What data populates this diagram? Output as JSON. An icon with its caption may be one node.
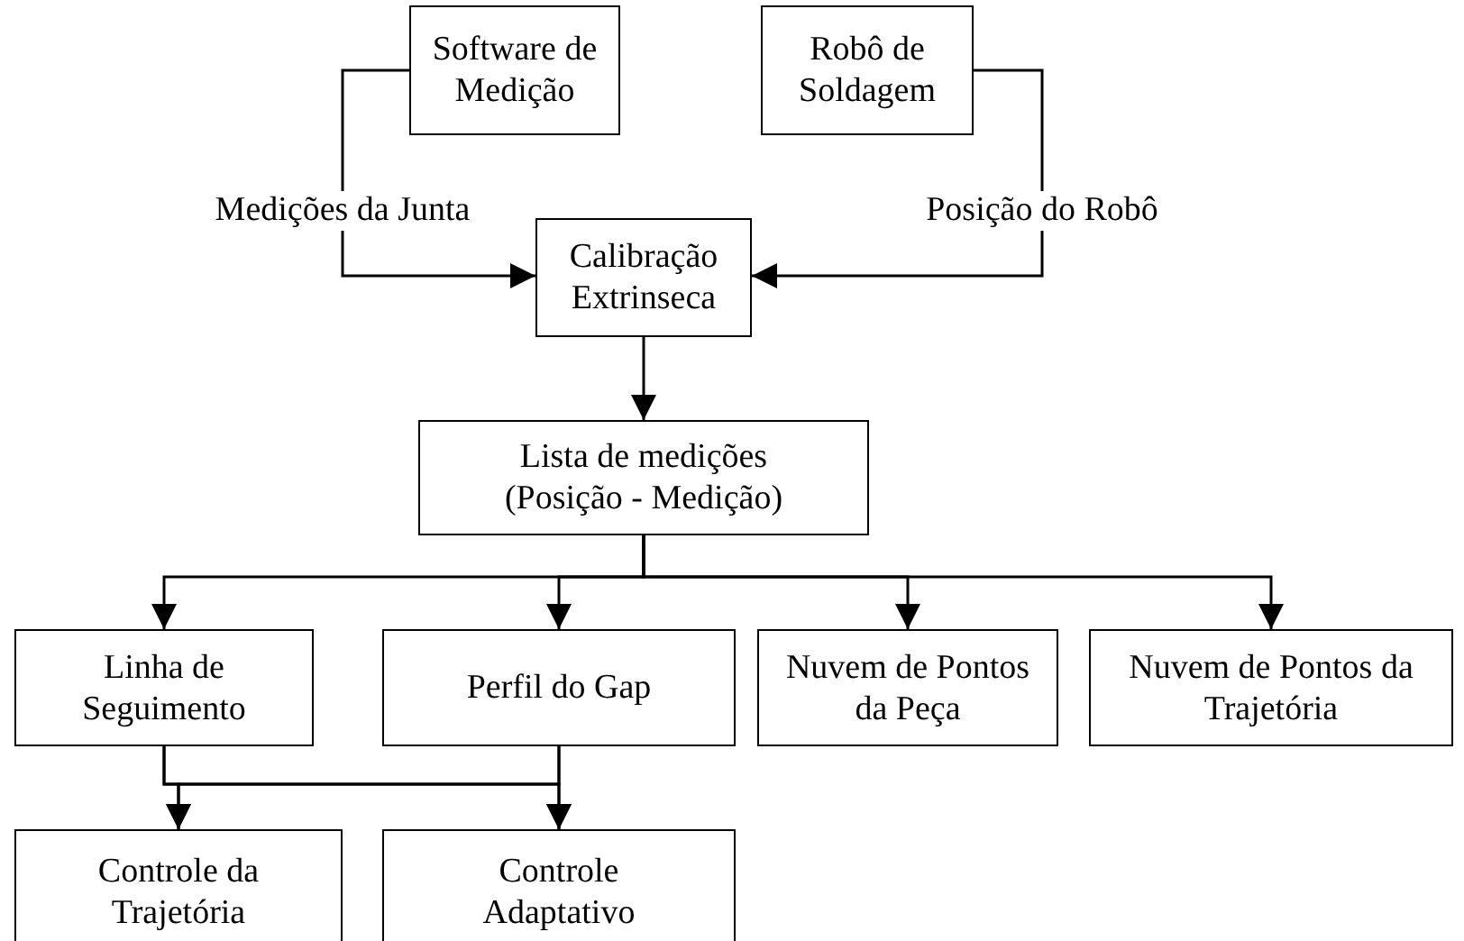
{
  "diagram": {
    "nodes": [
      {
        "text": [
          "Software de Medição"
        ]
      },
      {
        "text": [
          "Robô de Soldagem"
        ]
      },
      {
        "text": [
          "Calibração Extrinseca"
        ]
      },
      {
        "text": [
          "Lista de medições (Posição - Medição)"
        ]
      },
      {
        "text": [
          "Linha de Seguimento"
        ]
      },
      {
        "text": [
          "Perfil do Gap"
        ]
      },
      {
        "text": [
          "Nuvem de Pontos da Peça"
        ]
      },
      {
        "text": [
          "Nuvem de Pontos da Trajetória"
        ]
      },
      {
        "text": [
          "Controle da Trajetória"
        ]
      },
      {
        "text": [
          "Controle Adaptativo"
        ]
      }
    ],
    "edges": [
      {
        "from": 0,
        "to": 2,
        "arrow": "to",
        "label": "Medições da Junta"
      },
      {
        "from": 1,
        "to": 2,
        "arrow": "to",
        "label": "Posição do Robô"
      },
      {
        "from": 2,
        "to": 3,
        "arrow": "to"
      },
      {
        "from": 3,
        "to": 4,
        "arrow": "to"
      },
      {
        "from": 3,
        "to": 5,
        "arrow": "to"
      },
      {
        "from": 3,
        "to": 6,
        "arrow": "to"
      },
      {
        "from": 3,
        "to": 7,
        "arrow": "to"
      },
      {
        "from": 4,
        "to": 8,
        "arrow": "to"
      },
      {
        "from": 4,
        "to": 9,
        "arrow": "to"
      },
      {
        "from": 5,
        "to": 8,
        "arrow": "to"
      },
      {
        "from": 5,
        "to": 9,
        "arrow": "to"
      }
    ]
  }
}
